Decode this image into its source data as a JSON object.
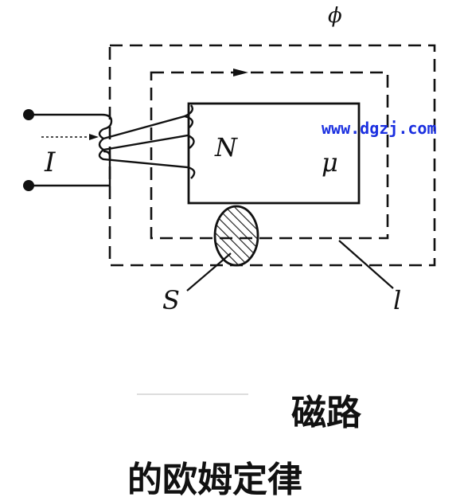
{
  "labels": {
    "flux": "ϕ",
    "current": "I",
    "turns": "N",
    "permeability": "μ",
    "cross_section": "S",
    "length": "l"
  },
  "watermark": "www.dgzj.com",
  "caption": {
    "line1": "磁路",
    "line2": "的欧姆定律"
  },
  "colors": {
    "ink": "#111111",
    "watermark": "#1a2fe0",
    "background": "#ffffff"
  }
}
